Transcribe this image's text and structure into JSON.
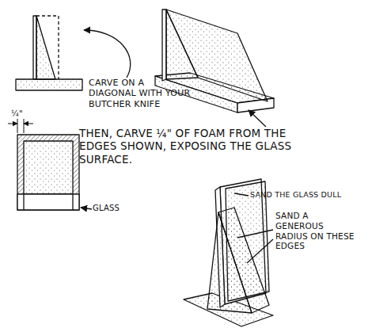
{
  "diagram": {
    "labels": [
      "CARVE ON A DIAGONAL WITH YOUR BUTCHER KNIFE",
      "¼\"",
      "THEN, CARVE ¼\" OF FOAM FROM THE EDGES SHOWN, EXPOSING THE GLASS SURFACE.",
      "GLASS",
      "SAND THE GLASS DULL",
      "SAND A GENEROUS RADIUS ON THESE EDGES"
    ]
  }
}
